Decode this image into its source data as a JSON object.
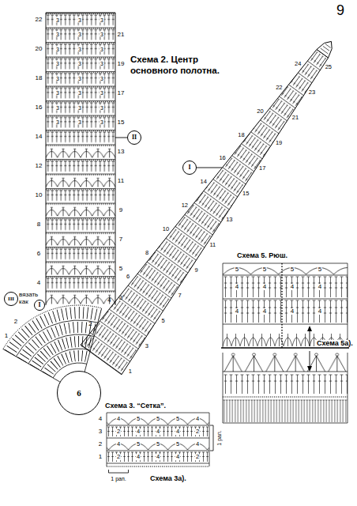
{
  "diagram": {
    "nodes": [
      {
        "text": [
          "II"
        ]
      },
      {
        "text": [
          "I"
        ]
      },
      {
        "text": [
          "III"
        ]
      },
      {
        "text": [
          "I"
        ]
      },
      {
        "text": [
          "6"
        ]
      }
    ],
    "labels": [
      "9",
      "Схема 2. Центр основного полотна.",
      "22",
      "21",
      "20",
      "19",
      "18",
      "17",
      "16",
      "15",
      "14",
      "13",
      "12",
      "11",
      "10",
      "9",
      "8",
      "7",
      "6",
      "5",
      "4",
      "3",
      "2",
      "1",
      "3",
      "3",
      "3",
      "3",
      "3",
      "3",
      "3",
      "3",
      "3",
      "3",
      "3",
      "3",
      "3",
      "3",
      "3",
      "3",
      "3",
      "3",
      "3",
      "3",
      "3",
      "3",
      "3",
      "3",
      "1",
      "2",
      "3",
      "4",
      "5",
      "6",
      "7",
      "8",
      "9",
      "10",
      "11",
      "12",
      "13",
      "14",
      "15",
      "16",
      "17",
      "18",
      "19",
      "20",
      "21",
      "22",
      "23",
      "24",
      "25",
      "вязать как",
      "Схема 3. “Сетка”.",
      "4",
      "3",
      "2",
      "1",
      "4",
      "5",
      "5",
      "5",
      "4",
      "2",
      "4",
      "4",
      "4",
      "2",
      "4",
      "5",
      "5",
      "5",
      "4",
      "2",
      "4",
      "4",
      "4",
      "2",
      "1 рап.",
      "1 рап.",
      "Схема 3а).",
      "Схема 5. Рюш.",
      "5",
      "5",
      "5",
      "5",
      "4",
      "4",
      "4",
      "4",
      "4",
      "4",
      "4",
      "4",
      "Схема 5а)."
    ]
  }
}
